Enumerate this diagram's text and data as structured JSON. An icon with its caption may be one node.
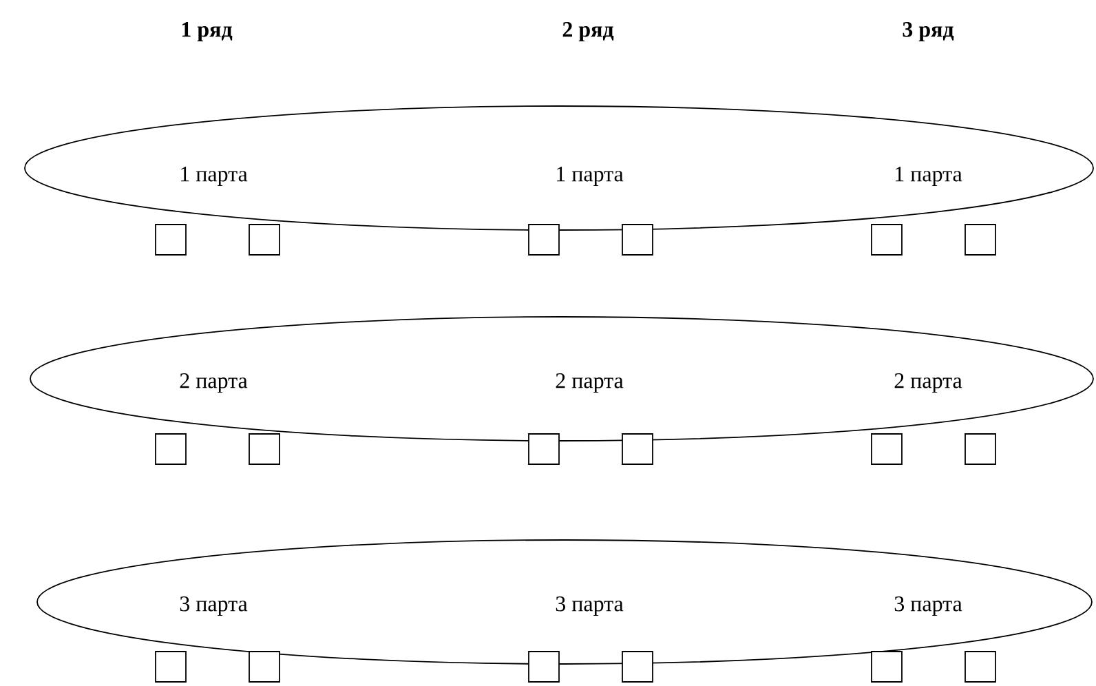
{
  "diagram": {
    "nodes": [
      {
        "text": [
          "1 парта",
          "1 парта",
          "1 парта"
        ]
      },
      {
        "text": [],
        "shape": "box"
      },
      {
        "text": [],
        "shape": "box"
      },
      {
        "text": [],
        "shape": "box"
      },
      {
        "text": [],
        "shape": "box"
      },
      {
        "text": [],
        "shape": "box"
      },
      {
        "text": [],
        "shape": "box"
      },
      {
        "text": [
          "2 парта",
          "2 парта",
          "2 парта"
        ]
      },
      {
        "text": [],
        "shape": "box"
      },
      {
        "text": [],
        "shape": "box"
      },
      {
        "text": [],
        "shape": "box"
      },
      {
        "text": [],
        "shape": "box"
      },
      {
        "text": [],
        "shape": "box"
      },
      {
        "text": [],
        "shape": "box"
      },
      {
        "text": [
          "3 парта",
          "3 парта",
          "3 парта"
        ]
      },
      {
        "text": [],
        "shape": "box"
      },
      {
        "text": [],
        "shape": "box"
      },
      {
        "text": [],
        "shape": "box"
      },
      {
        "text": [],
        "shape": "box"
      },
      {
        "text": [],
        "shape": "box"
      },
      {
        "text": [],
        "shape": "box"
      }
    ],
    "labels": [
      "1 ряд",
      "2 ряд",
      "3 ряд"
    ]
  }
}
